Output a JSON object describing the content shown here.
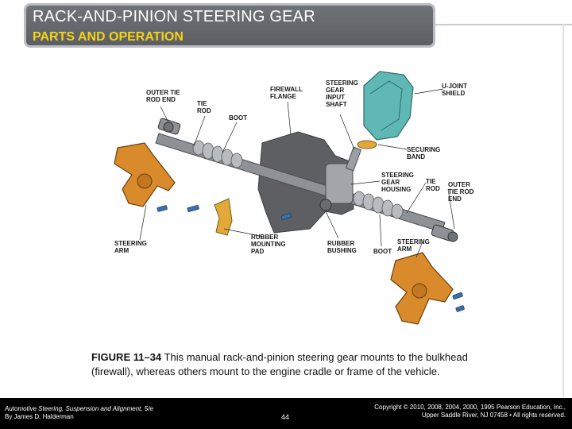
{
  "slide": {
    "title": "RACK-AND-PINION STEERING GEAR",
    "subtitle": "PARTS AND OPERATION"
  },
  "figure": {
    "labels": {
      "outer_tie_rod_end_left": "OUTER TIE\nROD END",
      "tie_rod_left": "TIE\nROD",
      "boot_top": "BOOT",
      "firewall_flange": "FIREWALL\nFLANGE",
      "steering_gear_input_shaft": "STEERING\nGEAR\nINPUT\nSHAFT",
      "u_joint_shield": "U-JOINT\nSHIELD",
      "securing_band": "SECURING\nBAND",
      "steering_gear_housing": "STEERING\nGEAR\nHOUSING",
      "tie_rod_right": "TIE\nROD",
      "outer_tie_rod_end_right": "OUTER\nTIE ROD\nEND",
      "steering_arm_left": "STEERING\nARM",
      "rubber_mounting_pad": "RUBBER\nMOUNTING\nPAD",
      "rubber_bushing": "RUBBER\nBUSHING",
      "boot_bottom": "BOOT",
      "steering_arm_right": "STEERING\nARM"
    },
    "colors": {
      "knuckle": "#d98a2b",
      "shield": "#5fb8b3",
      "housing": "#8e9296",
      "boot": "#b8bcc0",
      "bracket": "#5d5f62",
      "pad": "#e0a93a",
      "bolt": "#3a6fb0"
    }
  },
  "caption": {
    "figure_number": "FIGURE 11–34",
    "text": "This manual rack-and-pinion steering gear mounts to the bulkhead (firewall), whereas others mount to the engine cradle or frame of the vehicle."
  },
  "footer": {
    "book_title": "Automotive Steering, Suspension and Alignment, 5/e",
    "author": "By James D. Halderman",
    "page_number": "44",
    "copyright_line1": "Copyright © 2010, 2008, 2004, 2000, 1995 Pearson Education, Inc.,",
    "copyright_line2": "Upper Saddle River, NJ 07458 • All rights reserved."
  }
}
